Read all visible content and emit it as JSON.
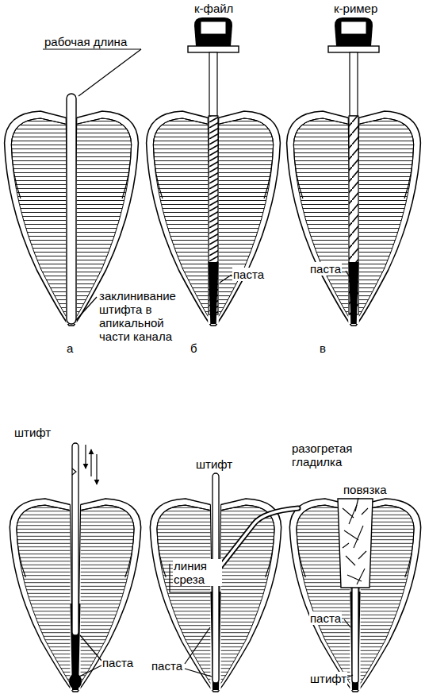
{
  "diagram": {
    "labels": [
      "рабочая длина",
      "к-файл",
      "к-ример",
      "заклинивание штифта в апикальной части канала",
      "паста",
      "паста",
      "а",
      "б",
      "в",
      "штифт",
      "разогретая гладилка",
      "штифт",
      "повязка",
      "линия среза",
      "паста",
      "паста",
      "паста",
      "штифт"
    ]
  }
}
